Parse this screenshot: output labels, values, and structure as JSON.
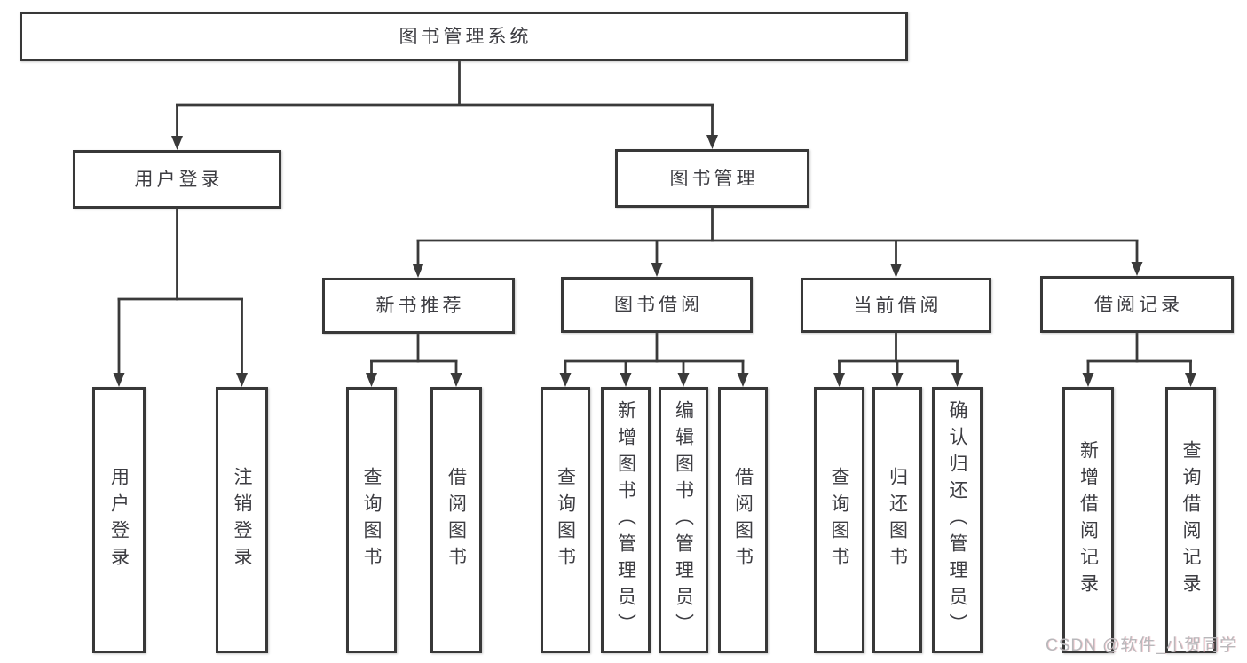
{
  "diagram_title": "图书管理系统",
  "nodes": {
    "root": "图书管理系统",
    "l2": [
      "用户登录",
      "图书管理"
    ],
    "l3": [
      "新书推荐",
      "图书借阅",
      "当前借阅",
      "借阅记录"
    ],
    "l4": [
      "用户登录",
      "注销登录",
      "查询图书",
      "借阅图书",
      "查询图书",
      "新增图书（管理员）",
      "编辑图书（管理员）",
      "借阅图书",
      "查询图书",
      "归还图书",
      "确认归还（管理员）",
      "新增借阅记录",
      "查询借阅记录"
    ]
  },
  "hierarchy": {
    "图书管理系统": {
      "用户登录": [
        "用户登录",
        "注销登录"
      ],
      "图书管理": {
        "新书推荐": [
          "查询图书",
          "借阅图书"
        ],
        "图书借阅": [
          "查询图书",
          "新增图书（管理员）",
          "编辑图书（管理员）",
          "借阅图书"
        ],
        "当前借阅": [
          "查询图书",
          "归还图书",
          "确认归还（管理员）"
        ],
        "借阅记录": [
          "新增借阅记录",
          "查询借阅记录"
        ]
      }
    }
  },
  "watermark": "CSDN @软件_小贺同学",
  "colors": {
    "line": "#3a3a3a",
    "box_border": "#383838",
    "text": "#3d3d42",
    "watermark": "#b8b8bb",
    "background": "#ffffff"
  }
}
